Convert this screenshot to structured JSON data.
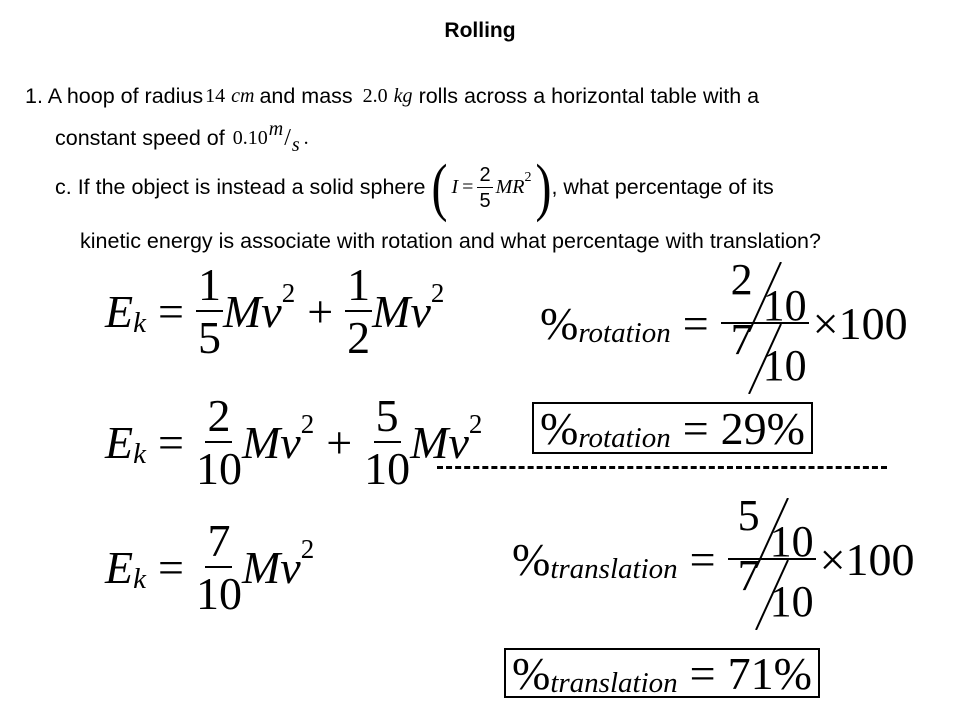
{
  "title": "Rolling",
  "problem": {
    "line1_prefix": "1.  A hoop of radius",
    "radius": "14",
    "radius_unit": "cm",
    "line1_mid": "and mass",
    "mass": "2.0",
    "mass_unit": "kg",
    "line1_suffix": "rolls across a horizontal table with a",
    "line2_prefix": "constant speed of",
    "speed": "0.10",
    "speed_unit_num": "m",
    "speed_unit_den": "s",
    "line3_prefix": "c.  If the object is instead a solid sphere",
    "inertia_lhs": "I",
    "inertia_eq": "=",
    "inertia_num": "2",
    "inertia_den": "5",
    "inertia_rhs": "MR",
    "inertia_exp": "2",
    "line3_suffix": ", what percentage of its",
    "line4": "kinetic energy is associate with rotation and what percentage with translation?"
  },
  "equations": {
    "E": "E",
    "k": "k",
    "eq": "=",
    "plus": "+",
    "Mv": "Mv",
    "two": "2",
    "eq1": {
      "f1n": "1",
      "f1d": "5",
      "f2n": "1",
      "f2d": "2"
    },
    "eq2": {
      "f1n": "2",
      "f1d": "10",
      "f2n": "5",
      "f2d": "10"
    },
    "eq3": {
      "fn": "7",
      "fd": "10"
    }
  },
  "percent": {
    "pct": "%",
    "rotation": "rotation",
    "translation": "translation",
    "times100": "×100",
    "rot_calc": {
      "num_a": "2",
      "num_b": "10",
      "den_a": "7",
      "den_b": "10"
    },
    "rot_result": "29%",
    "trans_calc": {
      "num_a": "5",
      "num_b": "10",
      "den_a": "7",
      "den_b": "10"
    },
    "trans_result": "71%"
  }
}
